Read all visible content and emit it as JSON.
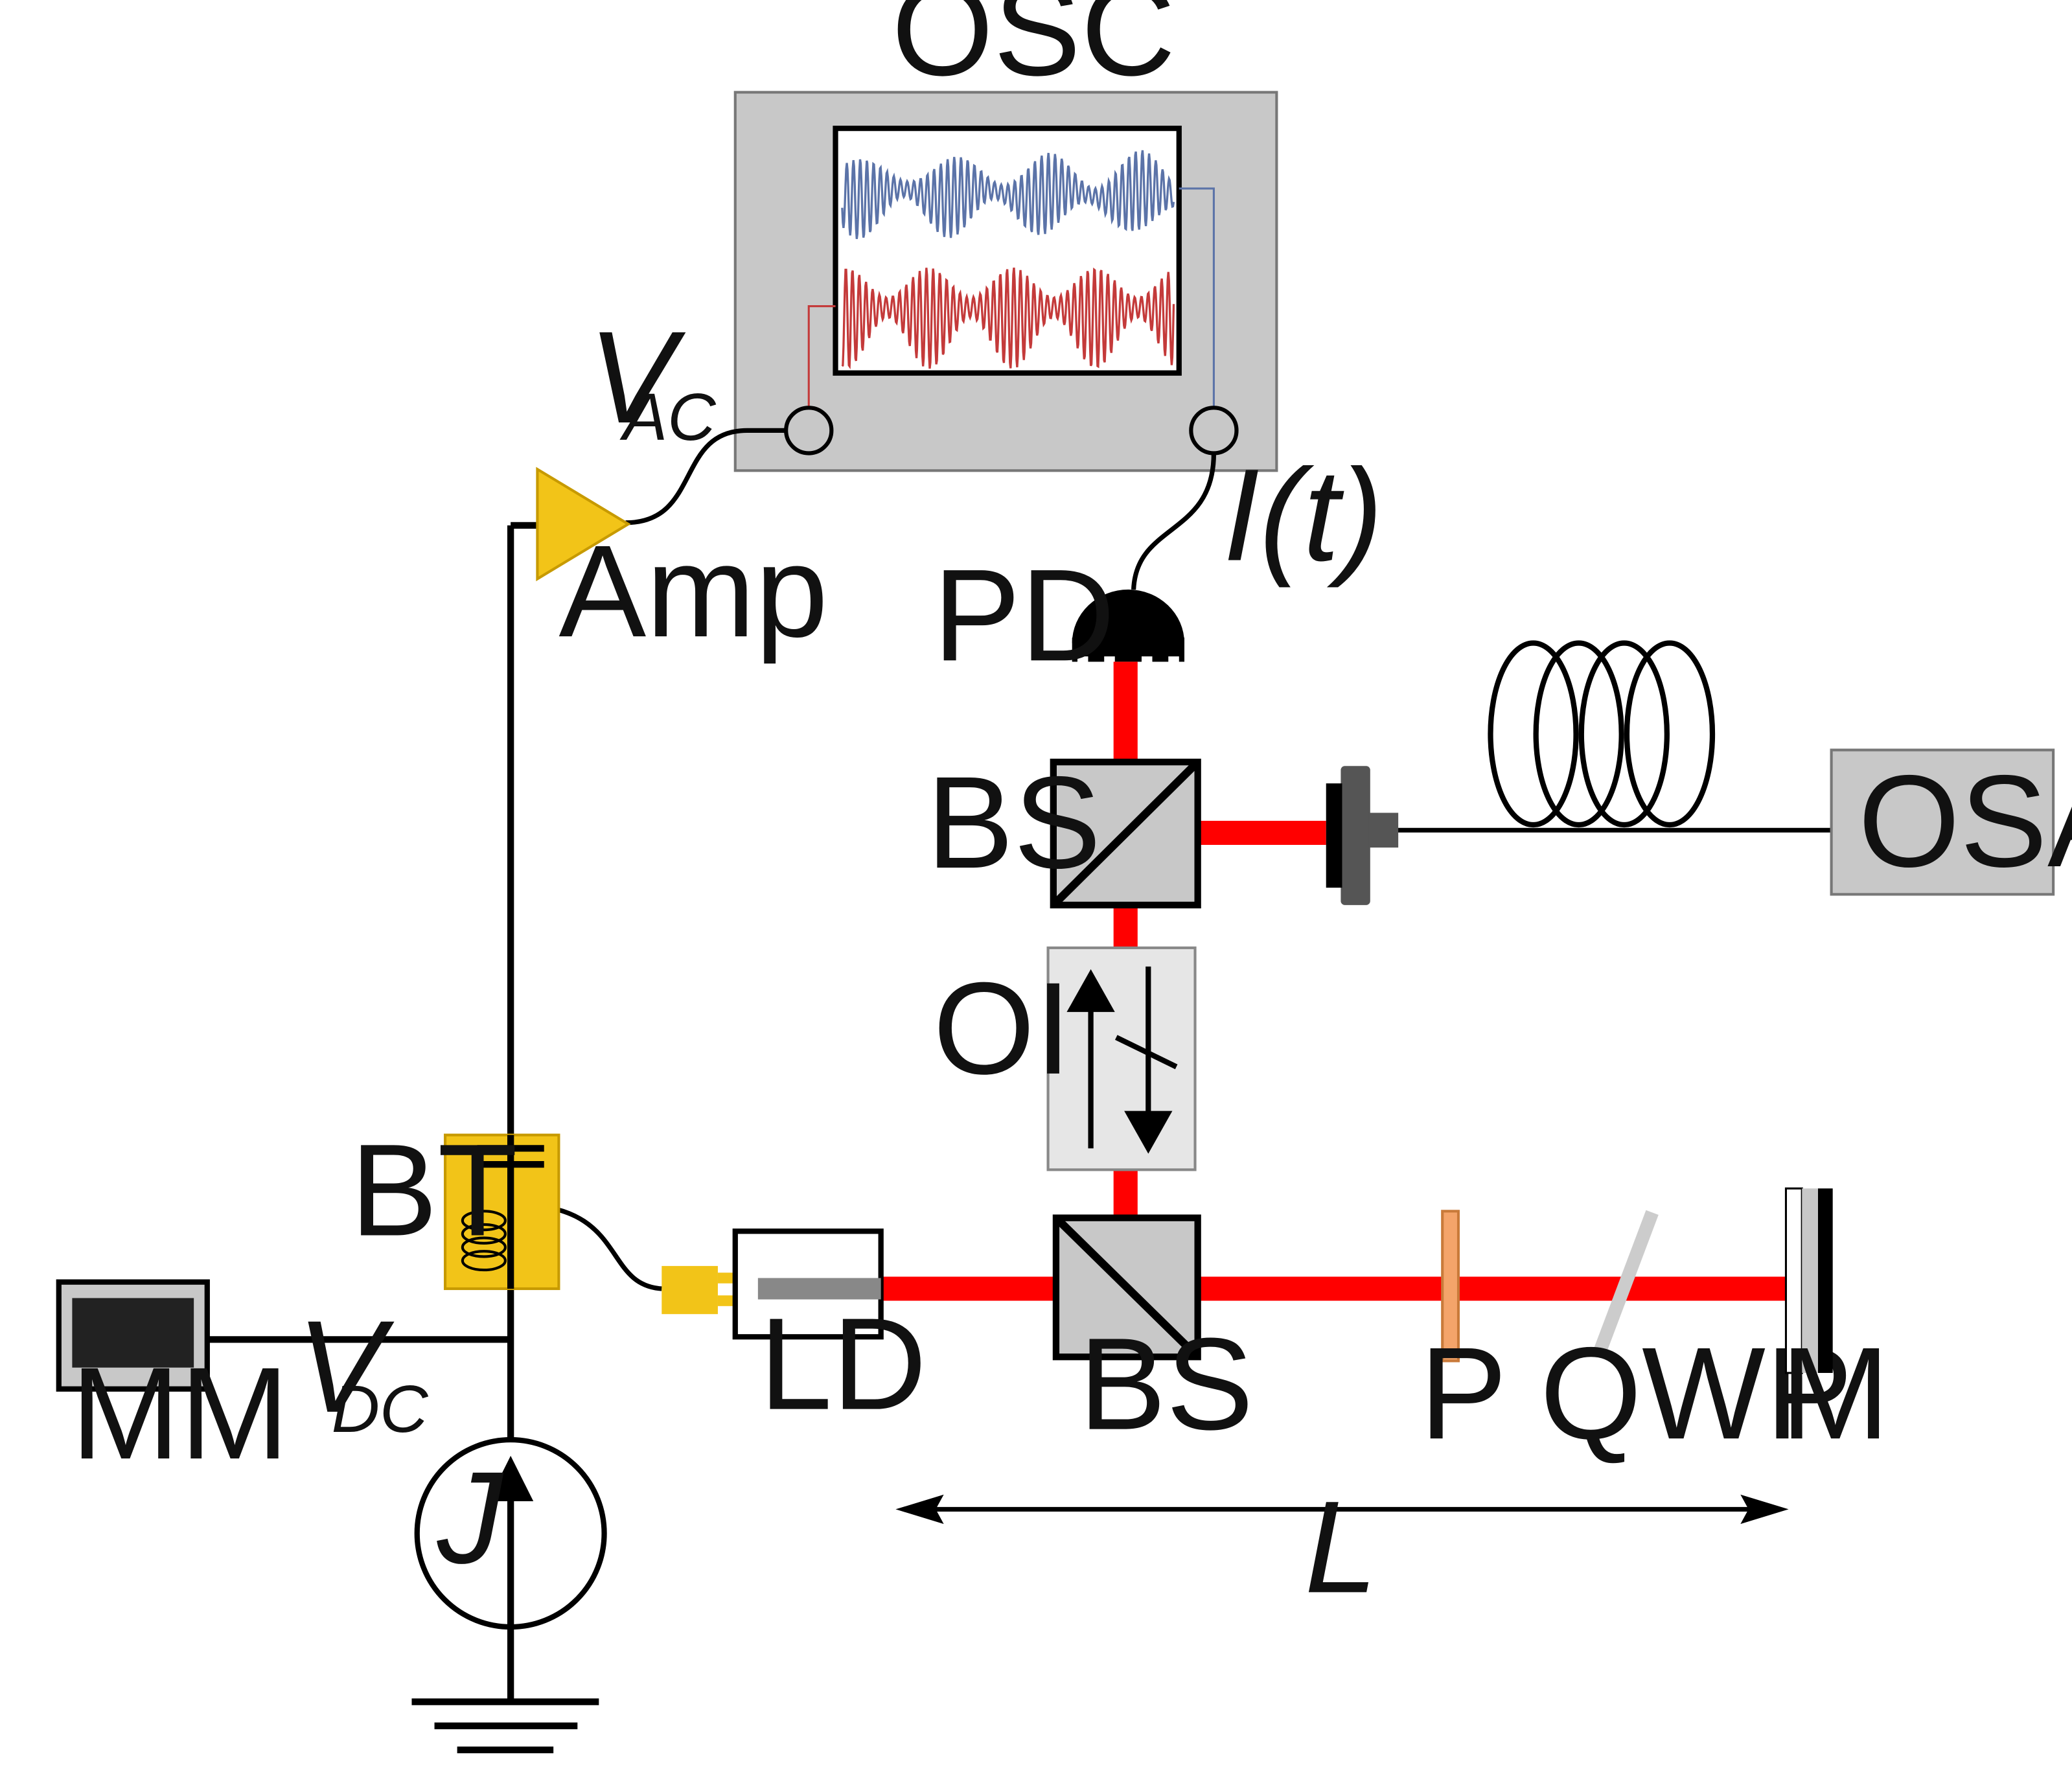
{
  "labels": {
    "osc": "OSC",
    "amp": "Amp",
    "pd": "PD",
    "bs_top": "BS",
    "osa": "OSA",
    "oi": "OI",
    "bt": "BT",
    "ld": "LD",
    "bs_bottom": "BS",
    "p": "P",
    "qwp": "QWP",
    "m": "M",
    "mm": "MM",
    "j": "J",
    "l": "L",
    "it": "I(t)",
    "vac_main": "V",
    "vac_sub": "AC",
    "vdc_main": "V",
    "vdc_sub": "DC"
  },
  "colors": {
    "laser_beam": "#ff0000",
    "trace_blue": "#5b73a8",
    "trace_red": "#c43a3a",
    "bias_tee": "#f2c418",
    "amplifier": "#f2c418",
    "polarizer": "#f4a46a",
    "instrument_gray": "#c8c8c8"
  }
}
